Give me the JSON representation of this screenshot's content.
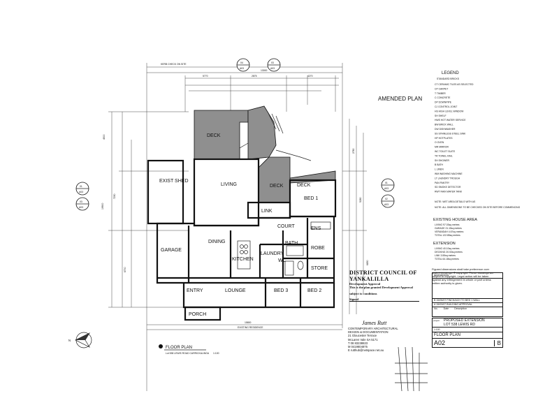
{
  "sheet": {
    "amended": "AMENDED PLAN",
    "top_note": "KERB CHECK ON SITE",
    "top_dim": "13000",
    "bottom_dim": "15800",
    "bottom_note": "EXISTING RESIDENCE",
    "side_dim": "19900"
  },
  "rooms": {
    "deck_main": "DECK",
    "deck_mid": "DECK",
    "deck_right": "DECK",
    "exist_shed": "EXIST SHED",
    "living": "LIVING",
    "bed1": "BED 1",
    "link": "LINK",
    "court": "COURT",
    "ens": "ENS",
    "bath": "BATH",
    "robe": "ROBE",
    "garage": "GARAGE",
    "dining": "DINING",
    "kitchen": "KITCHEN",
    "laundry": "LAUNDRY",
    "wc": "WC",
    "store": "STORE",
    "entry": "ENTRY",
    "lounge": "LOUNGE",
    "bed3": "BED 3",
    "bed2": "BED 2",
    "porch": "PORCH"
  },
  "section_markers": [
    {
      "id": "04",
      "sheet": "A03"
    },
    {
      "id": "03",
      "sheet": "A03"
    },
    {
      "id": "01",
      "sheet": "A03"
    },
    {
      "id": "03",
      "sheet": "A03"
    },
    {
      "id": "01",
      "sheet": "A03"
    },
    {
      "id": "02",
      "sheet": "A03"
    }
  ],
  "legend": {
    "title": "LEGEND",
    "subtitle": "STANDARD BRICKS",
    "items": [
      "CT  CERAMIC TILES AS SELECTED",
      "CP  CARPET",
      "T   TIMBER",
      "C   CONCRETE",
      "DP  DOWNPIPE",
      "CJ  CONTROL JOINT",
      "HS  HIGH LEVEL WINDOW",
      "SH  SHELF",
      "HWS HOT WATER SERVICE",
      "BW  BRICK WALL",
      "DW  DISHWASHER",
      "SS  STAINLESS STEEL SINK",
      "HP  HOTPLATES",
      "O   OVEN",
      "MR  MIRROR",
      "WC  TOILET SUITE",
      "TR  TOWEL RAIL",
      "SH  SHOWER",
      "B   BATH",
      "L   LINEN",
      "WM  WASHING MACHINE",
      "LT  LAUNDRY TROUGH",
      "PAN PANTRY",
      "SD  SMOKE DETECTOR",
      "RWT RAIN WATER TANK"
    ],
    "note1": "NOTE: WET AREA DETAILS WITH AS",
    "note2": "NOTE: ALL DIMENSIONS TO BE CHECKED ON SITE BEFORE COMMENCING"
  },
  "areas": {
    "existing_title": "EXISTING HOUSE AREA",
    "existing_rows": [
      "LIVING  97.03sq metres",
      "GARAGE  21.15sq metres",
      "VERANDAH  4.67sq metres",
      "TOTAL  122.85sq metres"
    ],
    "extension_title": "EXTENSION",
    "extension_rows": [
      "LIVING  40.10sq metres",
      "DECKING  20.53sq metres",
      "LINK  3.55sq metres",
      "TOTAL  64.18sq metres"
    ]
  },
  "copyright": "Figured dimensions shall take preference over scaled drawings. © copyright. These drawings are subject to copyright. Legal action will be taken against any infringement in whole or part unless written authority is given.",
  "stamp": {
    "council": "DISTRICT COUNCIL OF YANKALILLA",
    "line1": "Development Approval",
    "line2": "This is the plan granted Development Approval",
    "line3": "subject to conditions",
    "signed": "Signed"
  },
  "designer": {
    "signature": "James Rutt",
    "line1": "CONTEMPORARY ARCHITECTURAL",
    "line2": "DESIGN & DOCUMENTATION",
    "address1": "21 Gloucester Terrace",
    "address2": "McLaren Vale SA 5171",
    "phone": "T 08 83238823",
    "mobile": "M 0419804875",
    "email": "E rutthub@netspace.net.au"
  },
  "title_block": {
    "project_label": "project",
    "project": "PROPOSED EXTENSION",
    "lot": "LOT 538 LEWIS RD",
    "scale_label": "1:100",
    "drawing_label": "FLOOR PLAN",
    "drawing_no": "A02",
    "revision": "B",
    "amendments_title": "Amendments",
    "amendments": [
      "B  15/05/07  FINCH/ACH TO BED 1 WALL",
      "A  15/03/07  BUILDING APPROVAL"
    ],
    "amend_cols": [
      "No.",
      "Date",
      "Description"
    ]
  },
  "caption": {
    "title": "FLOOR PLAN",
    "subtitle": "Lot 538 LEWIS ROAD CARRICKALINGA",
    "scale": "1:100"
  },
  "north": "N",
  "dimensions": {
    "top": [
      "5770",
      "2875",
      "4270"
    ],
    "left": [
      "4500",
      "7250",
      "6700"
    ],
    "right": [
      "2780",
      "5280",
      "6850"
    ]
  }
}
